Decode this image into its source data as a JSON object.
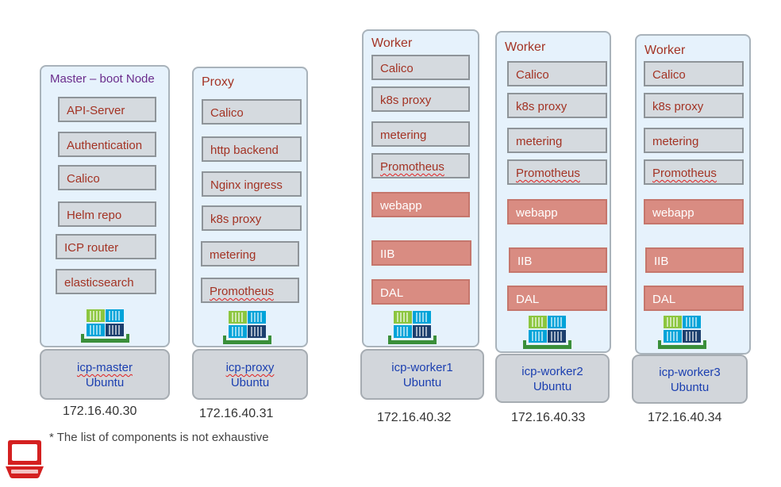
{
  "colors": {
    "panel_bg": "#e6f2fc",
    "component_bg": "#d5dadf",
    "component_text": "#a33324",
    "app_bg": "#d98c82",
    "host_text": "#1b3fb0",
    "title_master": "#6a2c8c",
    "title_other": "#a33324",
    "accent_red": "#d42020"
  },
  "nodes": [
    {
      "title": "Master – boot Node",
      "components": [
        "API-Server",
        "Authentication",
        "Calico",
        "Helm repo",
        "ICP router",
        "elasticsearch"
      ],
      "host": "icp-master",
      "os": "Ubuntu",
      "ip": "172.16.40.30"
    },
    {
      "title": "Proxy",
      "components": [
        "Calico",
        "http backend",
        "Nginx ingress",
        "k8s proxy",
        "metering",
        "Promotheus"
      ],
      "host": "icp-proxy",
      "os": "Ubuntu",
      "ip": "172.16.40.31"
    },
    {
      "title": "Worker",
      "components": [
        "Calico",
        "k8s proxy",
        "metering",
        "Promotheus"
      ],
      "apps": [
        "webapp",
        "IIB",
        "DAL"
      ],
      "host": "icp-worker1",
      "os": "Ubuntu",
      "ip": "172.16.40.32"
    },
    {
      "title": "Worker",
      "components": [
        "Calico",
        "k8s proxy",
        "metering",
        "Promotheus"
      ],
      "apps": [
        "webapp",
        "IIB",
        "DAL"
      ],
      "host": "icp-worker2",
      "os": "Ubuntu",
      "ip": "172.16.40.33"
    },
    {
      "title": "Worker",
      "components": [
        "Calico",
        "k8s proxy",
        "metering",
        "Promotheus"
      ],
      "apps": [
        "webapp",
        "IIB",
        "DAL"
      ],
      "host": "icp-worker3",
      "os": "Ubuntu",
      "ip": "172.16.40.34"
    }
  ],
  "footnote": "* The list of components is not exhaustive",
  "icons": {
    "containers": "container-stack-icon",
    "laptop": "laptop-icon"
  }
}
